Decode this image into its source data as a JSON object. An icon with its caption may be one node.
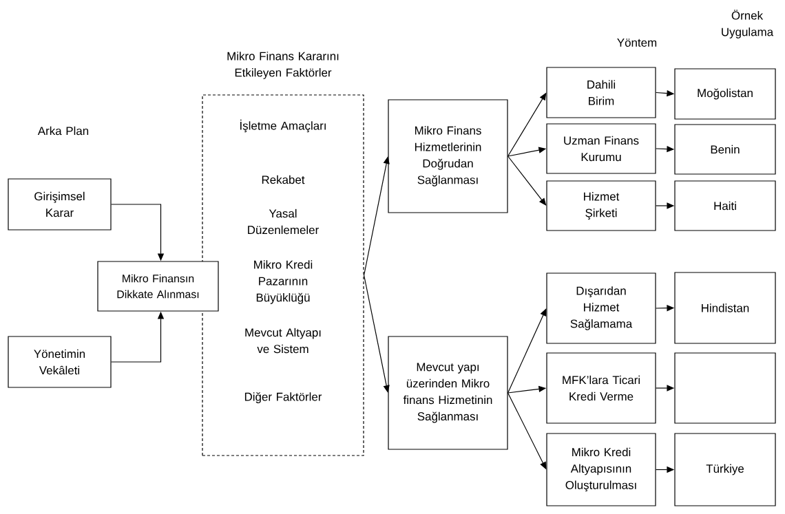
{
  "diagram": {
    "nodes": [
      {
        "text": [
          "Girişimsel Karar"
        ]
      },
      {
        "text": [
          "Yönetimin Vekâleti"
        ]
      },
      {
        "text": [
          "Mikro Finansın Dikkate Alınması"
        ]
      },
      {
        "text": [
          "Mikro Finans Kararını Etkileyen Faktörler",
          "İşletme Amaçları",
          "Rekabet",
          "Yasal Düzenlemeler",
          "Mikro Kredi Pazarının Büyüklüğü",
          "Mevcut Altyapı ve Sistem",
          "Diğer Faktörler"
        ]
      },
      {
        "text": [
          "Mikro Finans Hizmetlerinin Doğrudan Sağlanması"
        ]
      },
      {
        "text": [
          "Mevcut yapı üzerinden Mikro finans Hizmetinin Sağlanması"
        ]
      },
      {
        "text": [
          "Dahili Birim"
        ]
      },
      {
        "text": [
          "Moğolistan"
        ]
      },
      {
        "text": [
          "Uzman Finans Kurumu"
        ]
      },
      {
        "text": [
          "Benin"
        ]
      },
      {
        "text": [
          "Hizmet Şirketi"
        ]
      },
      {
        "text": [
          "Haiti"
        ]
      },
      {
        "text": [
          "Dışarıdan Hizmet Sağlamama"
        ]
      },
      {
        "text": [
          "Hindistan"
        ]
      },
      {
        "text": [
          "MFK’lara Ticari Kredi Verme"
        ]
      },
      {
        "text": [],
        "shape": "box"
      },
      {
        "text": [
          "Mikro Kredi Altyapısının Oluşturulması"
        ]
      },
      {
        "text": [
          "Türkiye"
        ]
      }
    ],
    "edges": [
      {
        "from": 0,
        "to": 2,
        "arrow": "to"
      },
      {
        "from": 1,
        "to": 2,
        "arrow": "to"
      },
      {
        "from": 3,
        "to": 4,
        "arrow": "to"
      },
      {
        "from": 3,
        "to": 5,
        "arrow": "to"
      },
      {
        "from": 4,
        "to": 6,
        "arrow": "to"
      },
      {
        "from": 4,
        "to": 8,
        "arrow": "to"
      },
      {
        "from": 4,
        "to": 10,
        "arrow": "to"
      },
      {
        "from": 5,
        "to": 12,
        "arrow": "to"
      },
      {
        "from": 5,
        "to": 14,
        "arrow": "to"
      },
      {
        "from": 5,
        "to": 16,
        "arrow": "to"
      },
      {
        "from": 6,
        "to": 7,
        "arrow": "to"
      },
      {
        "from": 8,
        "to": 9,
        "arrow": "to"
      },
      {
        "from": 10,
        "to": 11,
        "arrow": "to"
      },
      {
        "from": 12,
        "to": 13,
        "arrow": "to"
      },
      {
        "from": 14,
        "to": 15,
        "arrow": "to"
      },
      {
        "from": 16,
        "to": 17,
        "arrow": "to"
      }
    ],
    "labels": [
      "Arka Plan",
      "Yöntem",
      "Örnek Uygulama"
    ]
  }
}
